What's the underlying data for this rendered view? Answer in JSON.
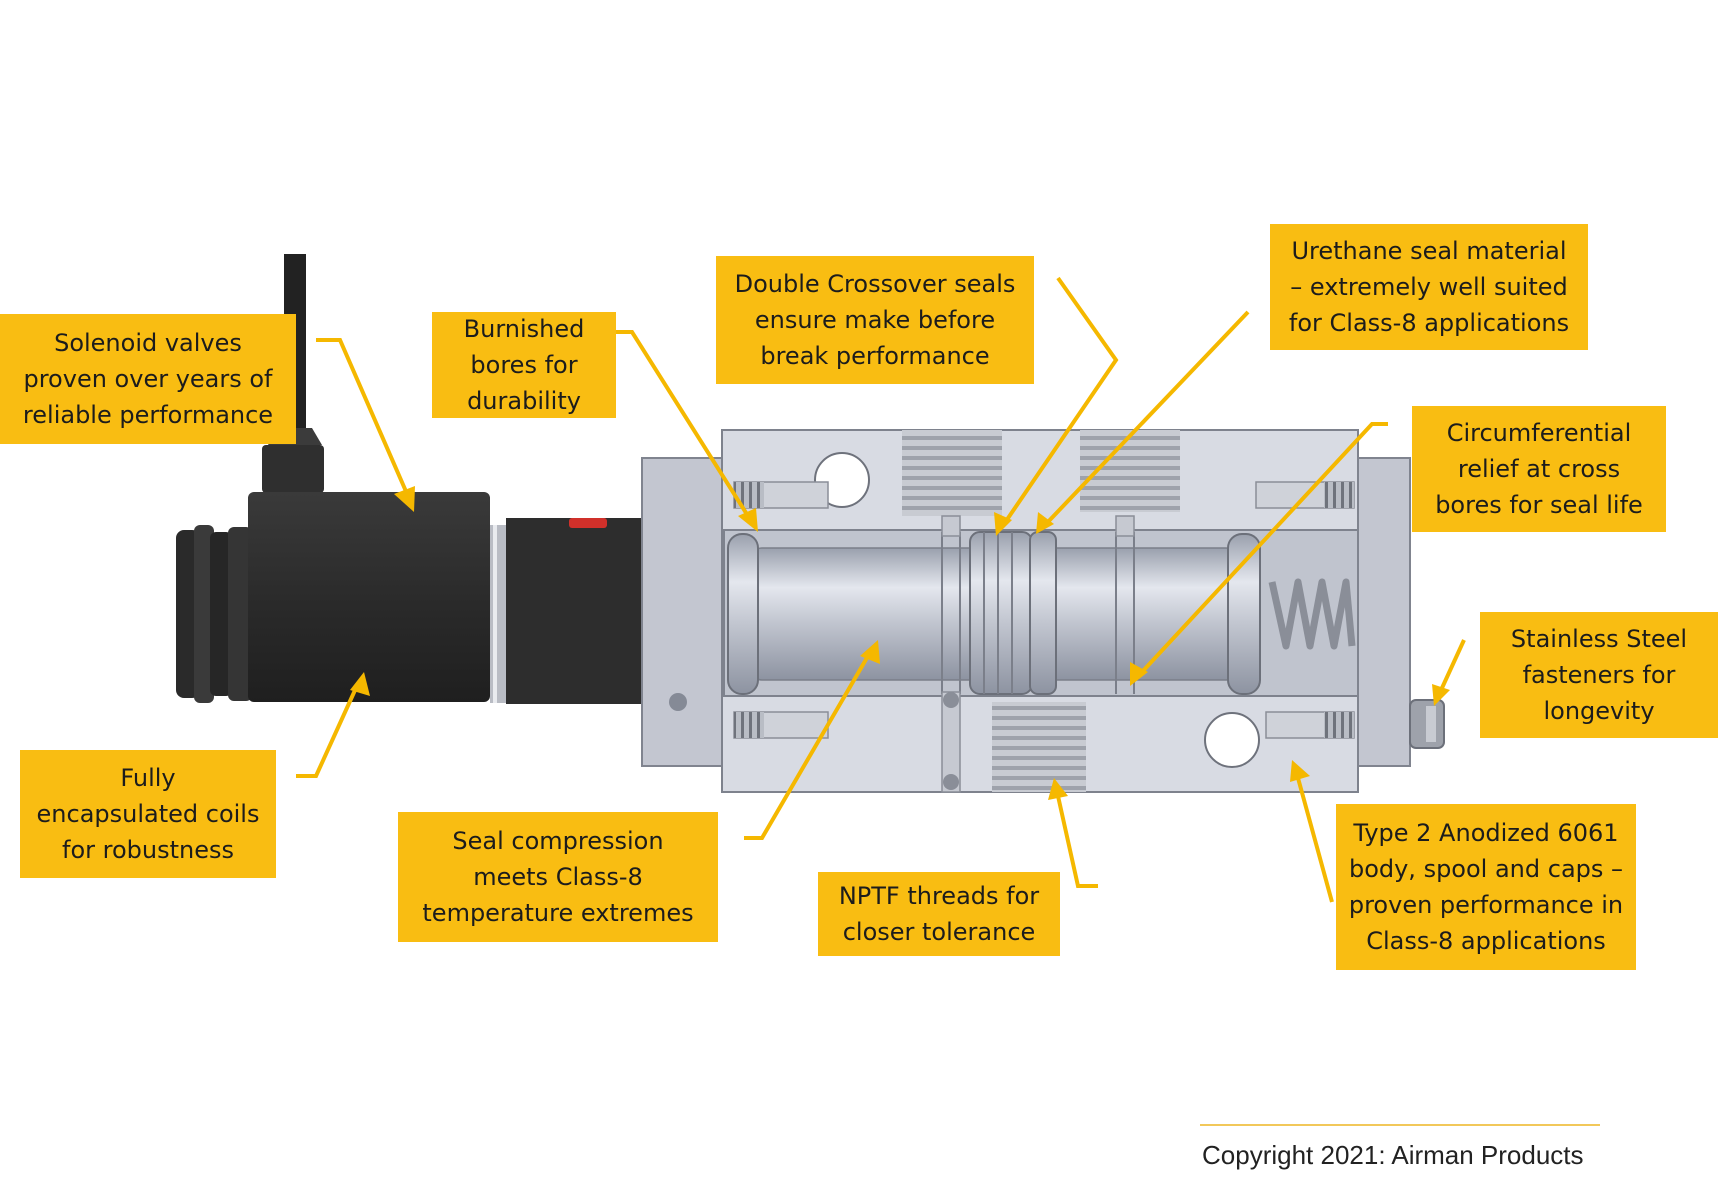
{
  "colors": {
    "callout": "#f9bd12",
    "leader": "#f5b800",
    "body": "#d3d6de",
    "solenoid": "#2e2e2e"
  },
  "callouts": {
    "solenoid": [
      "Solenoid valves",
      "proven over years of",
      "reliable performance"
    ],
    "burnished": [
      "Burnished",
      "bores for",
      "durability"
    ],
    "crossover": [
      "Double Crossover seals",
      "ensure make before",
      "break performance"
    ],
    "urethane": [
      "Urethane seal material",
      "– extremely well suited",
      "for Class-8 applications"
    ],
    "circumferential": [
      "Circumferential",
      "relief at cross",
      "bores for seal life"
    ],
    "stainless": [
      "Stainless Steel",
      "fasteners for",
      "longevity"
    ],
    "encapsulated": [
      "Fully",
      "encapsulated coils",
      "for robustness"
    ],
    "compression": [
      "Seal compression",
      "meets Class-8",
      "temperature extremes"
    ],
    "nptf": [
      "NPTF threads for",
      "closer tolerance"
    ],
    "anodized": [
      "Type 2 Anodized 6061",
      "body, spool and caps –",
      "proven performance in",
      "Class-8 applications"
    ]
  },
  "copyright": "Copyright 2021: Airman Products"
}
